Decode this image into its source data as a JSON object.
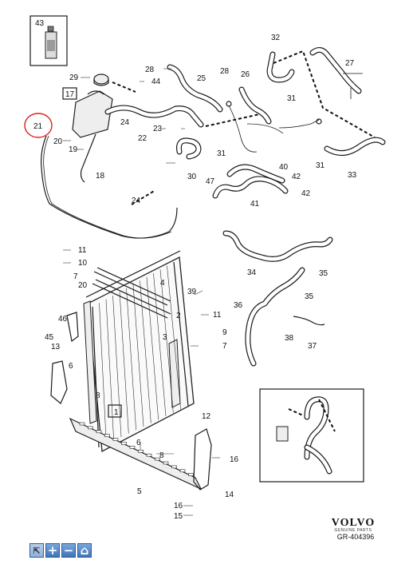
{
  "parts": {
    "labels": [
      "43",
      "29",
      "44",
      "17",
      "24",
      "21",
      "20",
      "19",
      "18",
      "22",
      "23",
      "28",
      "28",
      "25",
      "26",
      "32",
      "27",
      "31",
      "31",
      "30",
      "40",
      "47",
      "42",
      "42",
      "41",
      "31",
      "33",
      "24",
      "11",
      "10",
      "7",
      "20",
      "4",
      "46",
      "45",
      "13",
      "6",
      "8",
      "1",
      "3",
      "2",
      "39",
      "11",
      "9",
      "7",
      "34",
      "35",
      "35",
      "36",
      "38",
      "37",
      "6",
      "12",
      "8",
      "16",
      "14",
      "5",
      "16",
      "15"
    ],
    "boxed": [
      "17",
      "1"
    ],
    "highlighted": "21"
  },
  "brand": {
    "name": "VOLVO",
    "subtitle": "GENUINE PARTS",
    "ref": "GR-404396"
  },
  "toolbar": [
    {
      "icon": "pointer-icon",
      "label": "⇱"
    },
    {
      "icon": "zoom-in-icon",
      "label": "+"
    },
    {
      "icon": "zoom-out-icon",
      "label": "−"
    },
    {
      "icon": "home-icon",
      "label": "⌂"
    }
  ]
}
